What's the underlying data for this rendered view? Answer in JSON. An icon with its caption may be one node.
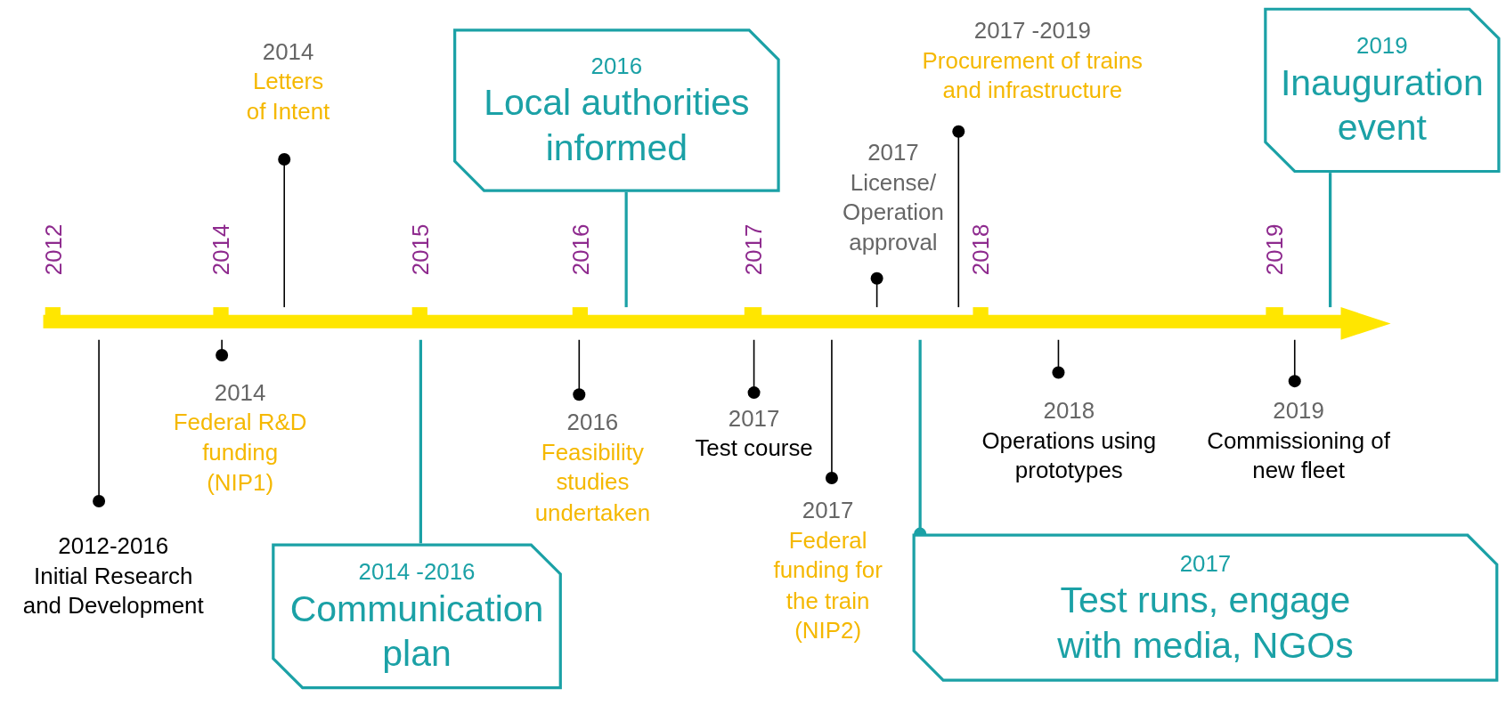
{
  "diagram": {
    "nodes": [
      {
        "text": [
          "2012-2016",
          "Initial Research and Development"
        ]
      },
      {
        "text": [
          "2014",
          "Federal R&D funding (NIP1)"
        ]
      },
      {
        "text": [
          "2014",
          "Letters of Intent"
        ]
      },
      {
        "text": [
          "2014 -2016",
          "Communication plan"
        ]
      },
      {
        "text": [
          "2016",
          "Feasibility studies undertaken"
        ]
      },
      {
        "text": [
          "2016",
          "Local authorities informed"
        ]
      },
      {
        "text": [
          "2017",
          "Test course"
        ]
      },
      {
        "text": [
          "2017",
          "Federal funding for the train (NIP2)"
        ]
      },
      {
        "text": [
          "2017",
          "License/ Operation approval"
        ]
      },
      {
        "text": [
          "2017",
          "Test runs, engage with media, NGOs"
        ]
      },
      {
        "text": [
          "2017 -2019",
          "Procurement of trains and infrastructure"
        ]
      },
      {
        "text": [
          "2018",
          "Operations using prototypes"
        ]
      },
      {
        "text": [
          "2019",
          "Commissioning of new fleet"
        ]
      },
      {
        "text": [
          "2019",
          "Inauguration event"
        ]
      },
      {
        "text": [],
        "shape": "bar"
      }
    ],
    "edges": [
      {
        "from": 0,
        "to": 14,
        "arrow": "other"
      },
      {
        "from": 1,
        "to": 14,
        "arrow": "other"
      },
      {
        "from": 2,
        "to": 14,
        "arrow": "other"
      },
      {
        "from": 3,
        "to": 14,
        "arrow": "none",
        "color": "#1ba1a6"
      },
      {
        "from": 4,
        "to": 14,
        "arrow": "other"
      },
      {
        "from": 5,
        "to": 14,
        "arrow": "none",
        "color": "#1ba1a6"
      },
      {
        "from": 6,
        "to": 14,
        "arrow": "other"
      },
      {
        "from": 7,
        "to": 14,
        "arrow": "other"
      },
      {
        "from": 8,
        "to": 14,
        "arrow": "other"
      },
      {
        "from": 9,
        "to": 14,
        "arrow": "other",
        "color": "#1ba1a6"
      },
      {
        "from": 10,
        "to": 14,
        "arrow": "other"
      },
      {
        "from": 11,
        "to": 14,
        "arrow": "other"
      },
      {
        "from": 12,
        "to": 14,
        "arrow": "other"
      },
      {
        "from": 13,
        "to": 14,
        "arrow": "none",
        "color": "#1ba1a6"
      }
    ],
    "labels": [
      "2012",
      "2014",
      "2015",
      "2016",
      "2017",
      "2018",
      "2019"
    ]
  }
}
